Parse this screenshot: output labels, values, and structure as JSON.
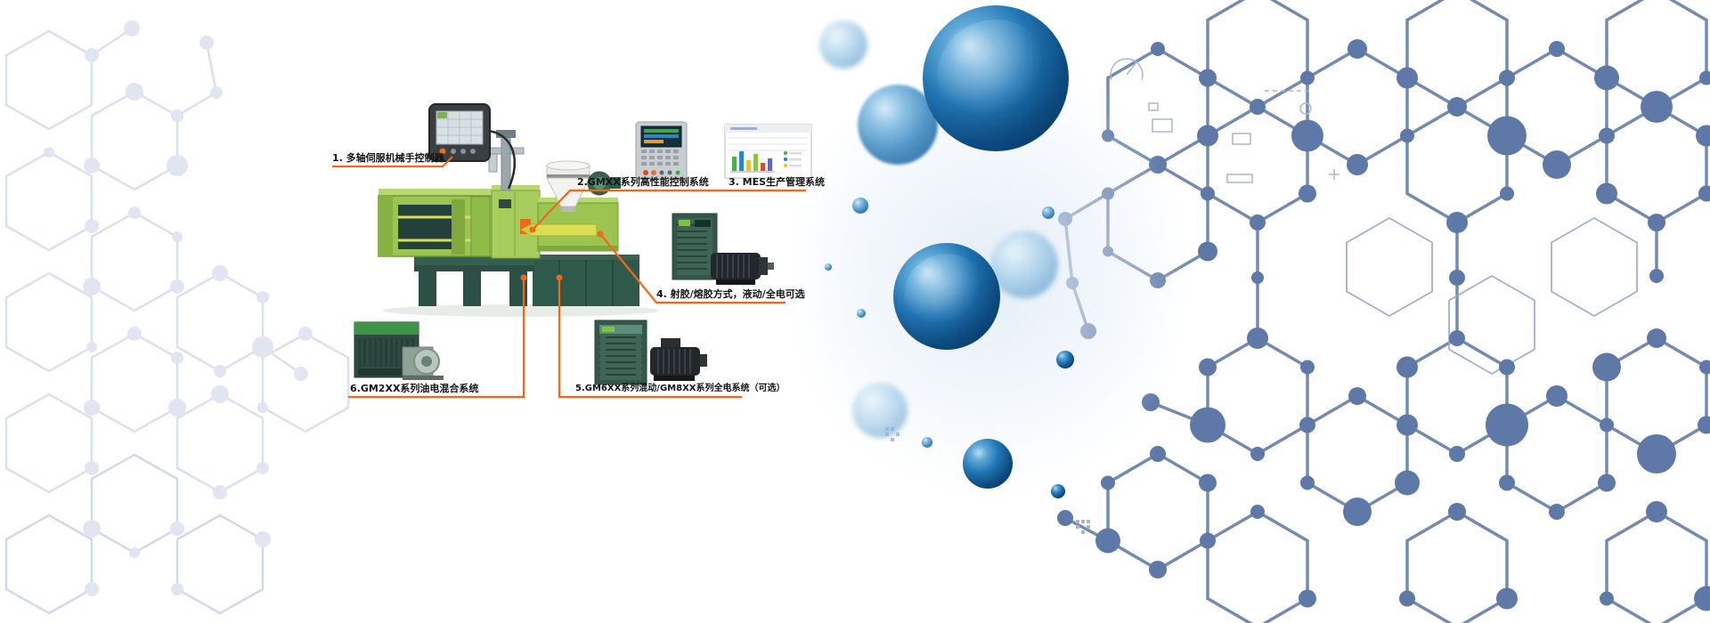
{
  "banner": {
    "callouts": [
      {
        "id": "1",
        "label": "1. 多轴伺服机械手控制器"
      },
      {
        "id": "2",
        "label": "2.GMXX系列高性能控制系统"
      },
      {
        "id": "3",
        "label": "3. MES生产管理系统"
      },
      {
        "id": "4",
        "label": "4. 射胶/熔胶方式，液动/全电可选"
      },
      {
        "id": "5",
        "label": "5.GM6XX系列混动/GM8XX系列全电系统（可选）"
      },
      {
        "id": "6",
        "label": "6.GM2XX系列油电混合系统"
      }
    ],
    "colors": {
      "accent_orange": "#F2671C",
      "machine_light_green": "#9CC450",
      "machine_dark_green": "#2F5A4B",
      "barrel_yellow_green": "#D9DE52",
      "hopper_white": "#F2F2EE",
      "sphere_deep_blue": "#0D4A80",
      "molecule_blue_right": "#6D84AC",
      "molecule_gray_left": "#DCE0EE",
      "background": "#FFFFFF"
    }
  }
}
